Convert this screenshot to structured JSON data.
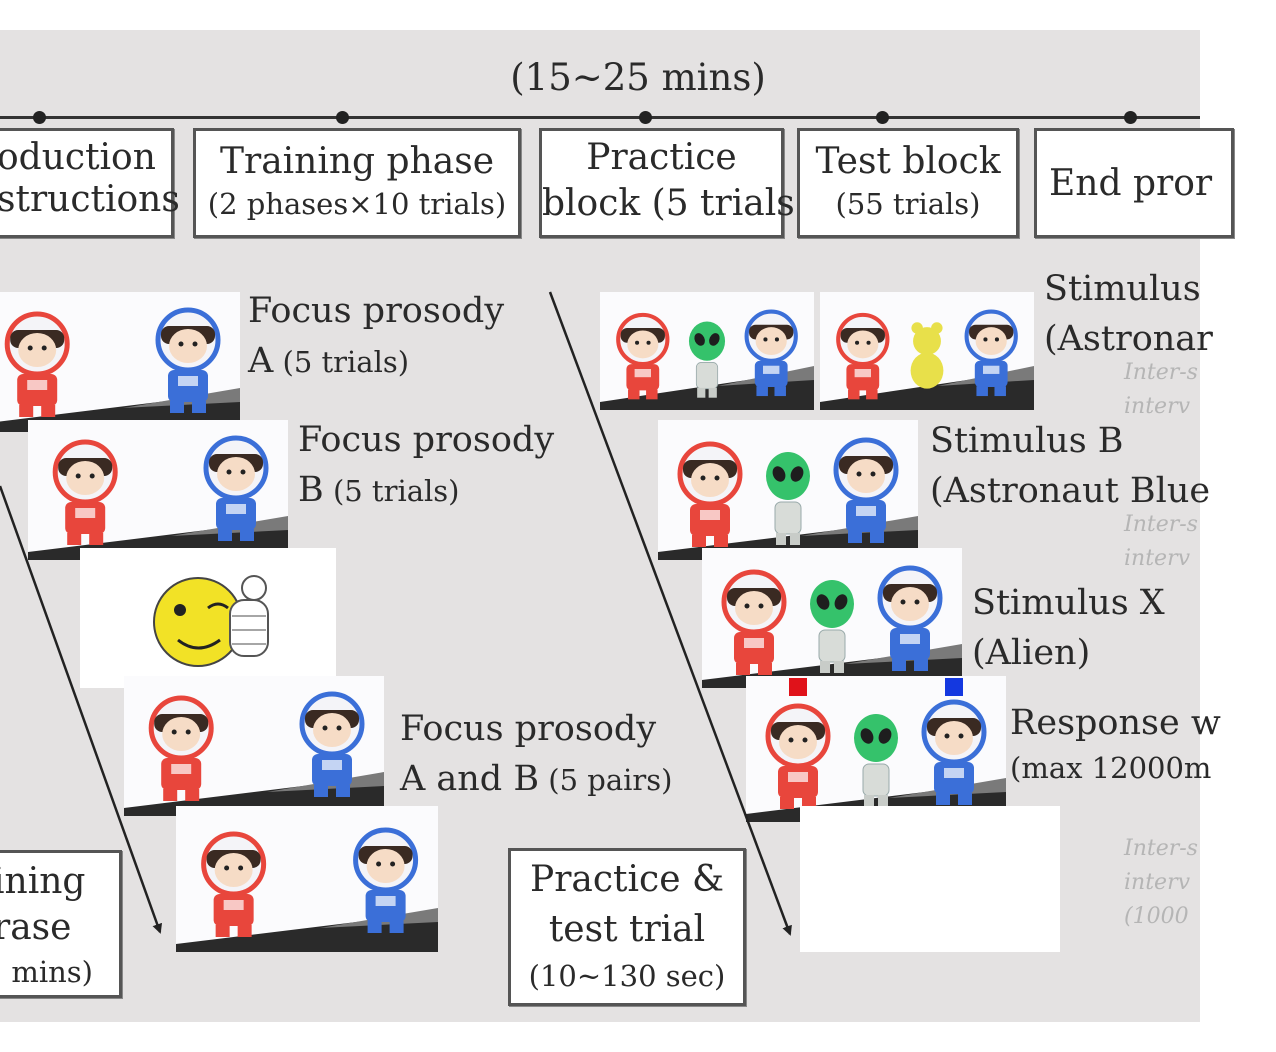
{
  "timeline": {
    "duration": "(15~25 mins)",
    "steps": [
      {
        "line1": "oduction",
        "line2": "structions"
      },
      {
        "line1": "Training phase",
        "line2": "(2 phases×10 trials)"
      },
      {
        "line1": "Practice",
        "line2": "block (5 trials)"
      },
      {
        "line1": "Test block",
        "line2": "(55 trials)"
      },
      {
        "line1": "End pror",
        "line2": ""
      }
    ]
  },
  "training": {
    "focus_a": {
      "line1": "Focus prosody",
      "line2_main": "A",
      "line2_small": " (5 trials)"
    },
    "focus_b": {
      "line1": "Focus prosody",
      "line2_main": "B",
      "line2_small": " (5 trials)"
    },
    "focus_ab": {
      "line1": "Focus prosody",
      "line2_main": "A and B",
      "line2_small": " (5 pairs)"
    },
    "phase_box": {
      "line1": "ining",
      "line2": "rase",
      "line3": "mins)"
    }
  },
  "trial": {
    "stim_a": {
      "line1": "Stimulus",
      "line2": "(Astronar"
    },
    "stim_b": {
      "line1": "Stimulus B",
      "line2": "(Astronaut Blue"
    },
    "stim_x": {
      "line1": "Stimulus X",
      "line2": "(Alien)"
    },
    "response": {
      "line1": "Response w",
      "line2": "(max 12000m"
    },
    "isi_1": {
      "line1": "Inter-s",
      "line2": "interv"
    },
    "isi_2": {
      "line1": "Inter-s",
      "line2": "interv"
    },
    "isi_3": {
      "line1": "Inter-s",
      "line2": "interv",
      "line3": "(1000"
    },
    "box": {
      "line1": "Practice &",
      "line2": "test trial",
      "line3": "(10~130 sec)"
    }
  },
  "colors": {
    "red_astronaut": "#e8463c",
    "blue_astronaut": "#3b6fd8",
    "alien": "#35c26b",
    "bear": "#e8e04a",
    "smiley": "#f2e226",
    "background": "#e4e2e2"
  }
}
